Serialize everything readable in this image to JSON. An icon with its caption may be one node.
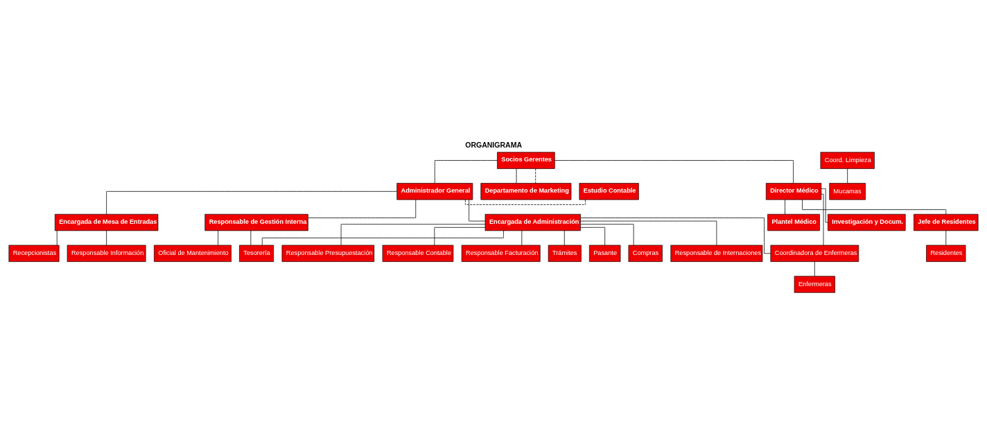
{
  "diagram": {
    "title": "ORGANIGRAMA",
    "nodes": [
      {
        "text": [
          "Socios Gerentes"
        ]
      },
      {
        "text": [
          "Estudio Contable"
        ]
      },
      {
        "text": [
          "Administrador General"
        ]
      },
      {
        "text": [
          "Director Médico"
        ]
      },
      {
        "text": [
          "Departamento de Marketing"
        ]
      },
      {
        "text": [
          "Encargada de Administración"
        ]
      },
      {
        "text": [
          "Encargada de Mesa de Entradas"
        ]
      },
      {
        "text": [
          "Responsable de Gestión Interna"
        ]
      },
      {
        "text": [
          "Plantel Médico"
        ]
      },
      {
        "text": [
          "Investigación y Docum."
        ]
      },
      {
        "text": [
          "Jefe de Residentes"
        ]
      },
      {
        "text": [
          "Responsable Contable"
        ]
      },
      {
        "text": [
          "Responsable Facturación"
        ]
      },
      {
        "text": [
          "Trámites"
        ]
      },
      {
        "text": [
          "Recepcionistas"
        ]
      },
      {
        "text": [
          "Responsable Información"
        ]
      },
      {
        "text": [
          "Tesorería"
        ]
      },
      {
        "text": [
          "Coord. Limpieza"
        ]
      },
      {
        "text": [
          "Oficial de Mantenimiento"
        ]
      },
      {
        "text": [
          "Coordinadora de Enfermeras"
        ]
      },
      {
        "text": [
          "Residentes"
        ]
      },
      {
        "text": [
          "Pasante"
        ]
      },
      {
        "text": [
          "Compras"
        ]
      },
      {
        "text": [
          "Responsable de Internaciones"
        ]
      },
      {
        "text": [
          "Responsable Presupuestación"
        ]
      },
      {
        "text": [
          "Mucamas"
        ]
      },
      {
        "text": [
          "Enfermeras"
        ]
      }
    ],
    "edges": [
      {
        "from": 0,
        "to": 2,
        "arrow": "none"
      },
      {
        "from": 0,
        "to": 3,
        "arrow": "none"
      },
      {
        "from": 0,
        "to": 4,
        "arrow": "none"
      },
      {
        "from": 0,
        "to": 4,
        "arrow": "none",
        "style": "dashed"
      },
      {
        "from": 2,
        "to": 1,
        "arrow": "none",
        "style": "dashed"
      },
      {
        "from": 2,
        "to": 5,
        "arrow": "none"
      },
      {
        "from": 2,
        "to": 6,
        "arrow": "none"
      },
      {
        "from": 2,
        "to": 7,
        "arrow": "none"
      },
      {
        "from": 3,
        "to": 8,
        "arrow": "none"
      },
      {
        "from": 3,
        "to": 9,
        "arrow": "none"
      },
      {
        "from": 3,
        "to": 10,
        "arrow": "none"
      },
      {
        "from": 3,
        "to": 19,
        "arrow": "none"
      },
      {
        "from": 5,
        "to": 11,
        "arrow": "none"
      },
      {
        "from": 5,
        "to": 21,
        "arrow": "none"
      },
      {
        "from": 5,
        "to": 23,
        "arrow": "none"
      },
      {
        "from": 5,
        "to": 22,
        "arrow": "none"
      },
      {
        "from": 5,
        "to": 12,
        "arrow": "none"
      },
      {
        "from": 5,
        "to": 24,
        "arrow": "none"
      },
      {
        "from": 5,
        "to": 13,
        "arrow": "none"
      },
      {
        "from": 5,
        "to": 16,
        "arrow": "none"
      },
      {
        "from": 5,
        "to": 19,
        "arrow": "none"
      },
      {
        "from": 6,
        "to": 14,
        "arrow": "none"
      },
      {
        "from": 6,
        "to": 15,
        "arrow": "none"
      },
      {
        "from": 7,
        "to": 16,
        "arrow": "none"
      },
      {
        "from": 7,
        "to": 18,
        "arrow": "none"
      },
      {
        "from": 10,
        "to": 20,
        "arrow": "none"
      },
      {
        "from": 17,
        "to": 25,
        "arrow": "none"
      },
      {
        "from": 19,
        "to": 26,
        "arrow": "none"
      }
    ]
  }
}
